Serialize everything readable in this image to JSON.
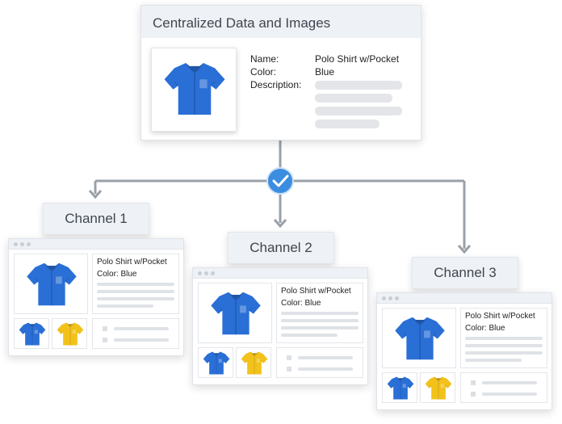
{
  "central": {
    "title": "Centralized Data and Images",
    "name_label": "Name:",
    "name_value": "Polo Shirt w/Pocket",
    "color_label": "Color:",
    "color_value": "Blue",
    "desc_label": "Description:"
  },
  "channels": [
    {
      "label": "Channel 1",
      "product": "Polo Shirt w/Pocket",
      "color_text": "Color:  Blue"
    },
    {
      "label": "Channel 2",
      "product": "Polo Shirt w/Pocket",
      "color_text": "Color:  Blue"
    },
    {
      "label": "Channel 3",
      "product": "Polo Shirt w/Pocket",
      "color_text": "Color:  Blue"
    }
  ],
  "icons": {
    "shirt": "polo-shirt-icon",
    "check": "checkmark-icon",
    "arrow": "arrow-down-icon"
  },
  "colors": {
    "shirt_blue": "#2a6fd6",
    "shirt_yellow": "#f2c21b",
    "check_blue": "#3b8de0",
    "connector": "#9aa0a8"
  }
}
